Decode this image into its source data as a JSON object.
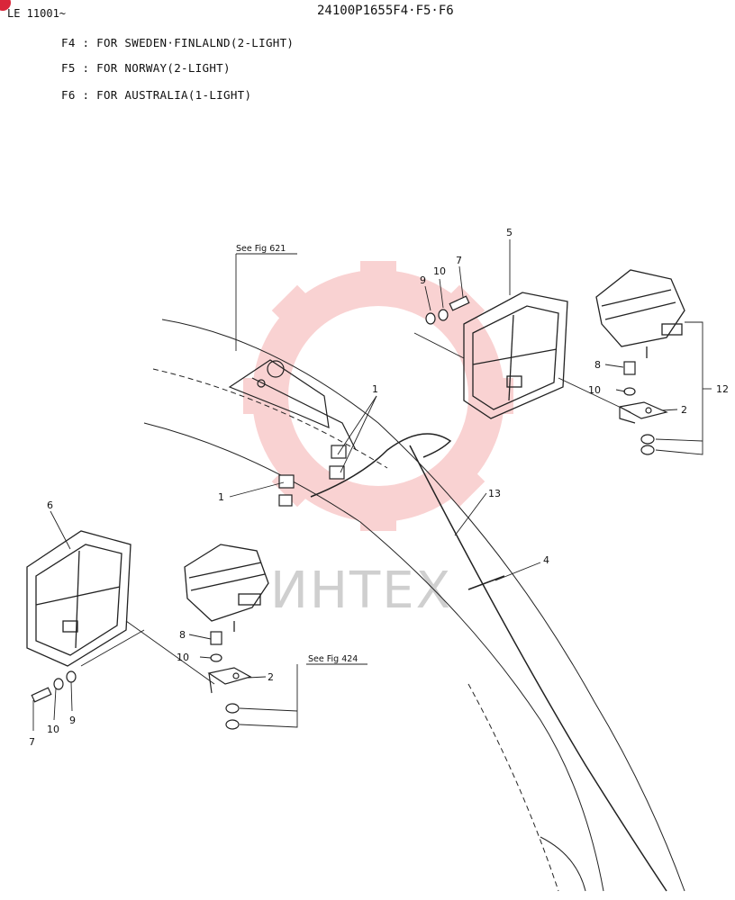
{
  "header": {
    "serial": "LE 11001~",
    "part_number": "24100P1655F4·F5·F6"
  },
  "notes": [
    "F4 : FOR SWEDEN·FINLALND(2-LIGHT)",
    "F5 : FOR NORWAY(2-LIGHT)",
    "F6 : FOR AUSTRALIA(1-LIGHT)"
  ],
  "refs": {
    "fig621": "See Fig 621",
    "fig424": "See Fig 424"
  },
  "callouts": {
    "c1a": "1",
    "c1b": "1",
    "c2a": "2",
    "c2b": "2",
    "c4": "4",
    "c5": "5",
    "c6": "6",
    "c7a": "7",
    "c7b": "7",
    "c8a": "8",
    "c8b": "8",
    "c9a": "9",
    "c9b": "9",
    "c10a": "10",
    "c10b": "10",
    "c10c": "10",
    "c10d": "10",
    "c12": "12",
    "c13": "13"
  },
  "watermark": {
    "text": "ИНТЕХ",
    "color": "#f4a0a0"
  }
}
